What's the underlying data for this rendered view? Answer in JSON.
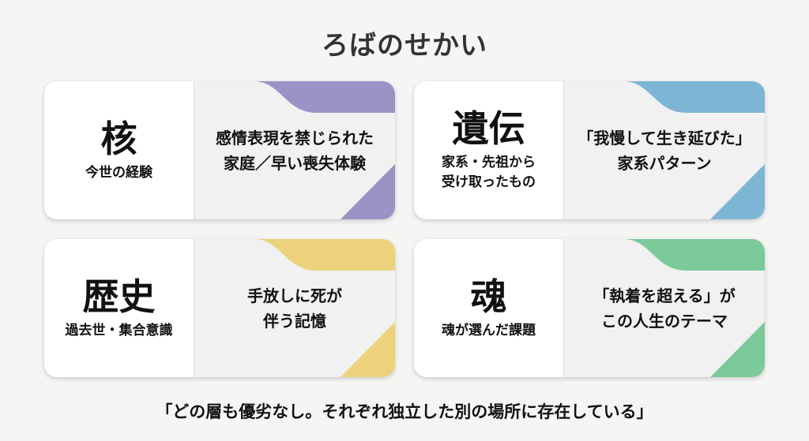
{
  "title": "ろばのせかい",
  "cards": [
    {
      "heading": "核",
      "subtitle": [
        "今世の経験"
      ],
      "description": [
        "感情表現を禁じられた",
        "家庭／早い喪失体験"
      ],
      "accent": "#9b92c6"
    },
    {
      "heading": "遺伝",
      "subtitle": [
        "家系・先祖から",
        "受け取ったもの"
      ],
      "description": [
        "「我慢して生き延びた」",
        "家系パターン"
      ],
      "accent": "#7db6d4"
    },
    {
      "heading": "歴史",
      "subtitle": [
        "過去世・集合意識"
      ],
      "description": [
        "手放しに死が",
        "伴う記憶"
      ],
      "accent": "#ecd27a"
    },
    {
      "heading": "魂",
      "subtitle": [
        "魂が選んだ課題"
      ],
      "description": [
        "「執着を超える」が",
        "この人生のテーマ"
      ],
      "accent": "#7cc99a"
    }
  ],
  "footer_quote": "「どの層も優劣なし。それぞれ独立した別の場所に存在している」"
}
